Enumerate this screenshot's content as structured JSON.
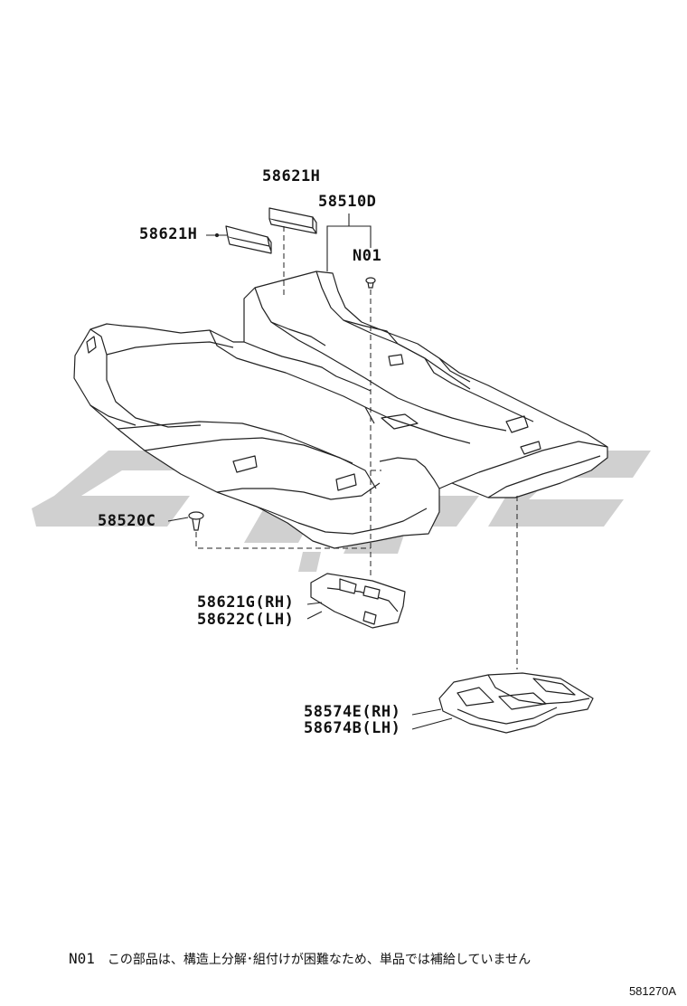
{
  "labels": {
    "p58621h_top": "58621H",
    "p58510d": "58510D",
    "p58621h_left": "58621H",
    "n01": "N01",
    "p58520c": "58520C",
    "p58621g": "58621G(RH)",
    "p58622c": "58622C(LH)",
    "p58574e": "58574E(RH)",
    "p58674b": "58674B(LH)"
  },
  "note": {
    "code": "N01",
    "text": "この部品は、構造上分解･組付けが困難なため、単品では補給していません"
  },
  "figure_number": "581270A",
  "watermark_color": "#c8c8c8"
}
